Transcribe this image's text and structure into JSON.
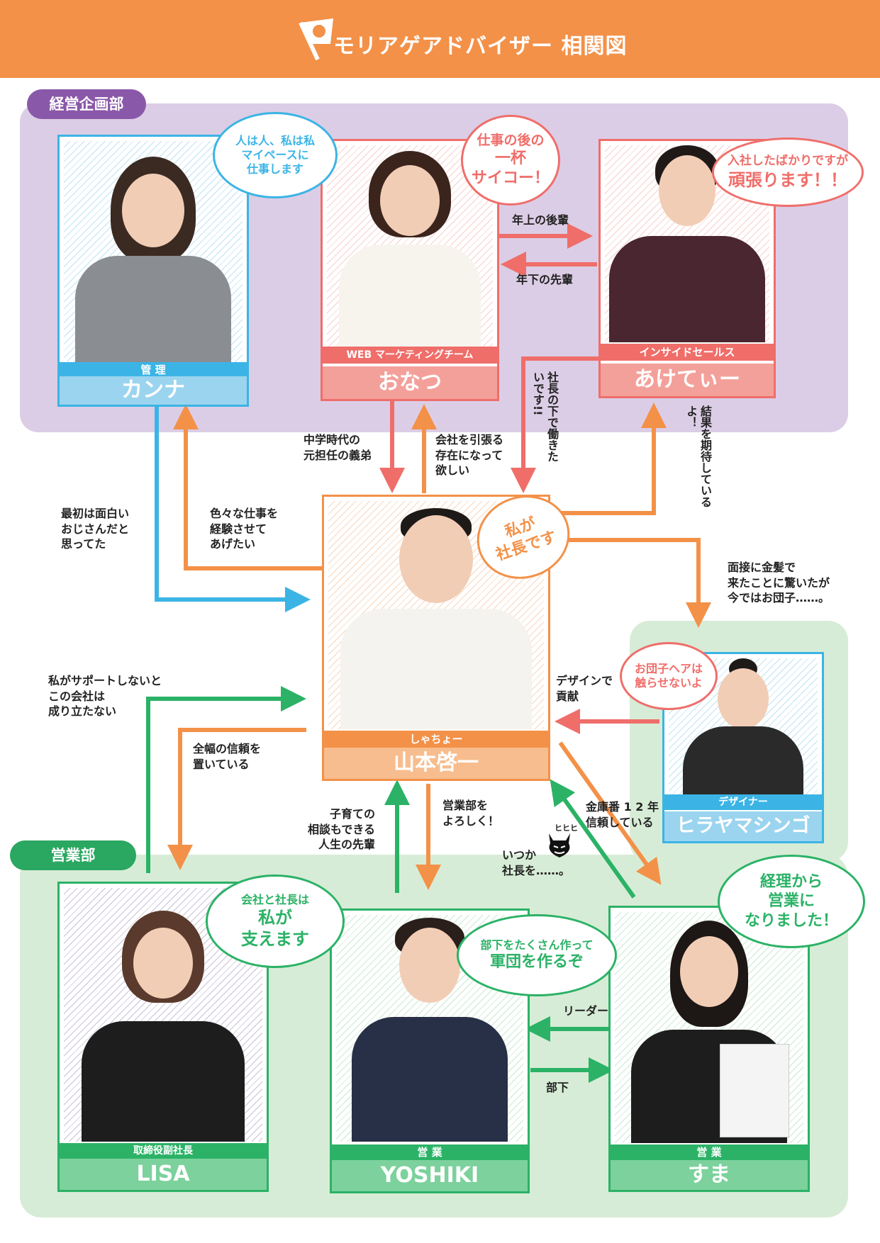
{
  "header": {
    "title": "モリアゲアドバイザー 相関図"
  },
  "departments": {
    "keiei": "経営企画部",
    "eigyo": "営業部"
  },
  "people": {
    "kanna": {
      "role": "管 理",
      "name": "カンナ",
      "bubble": [
        "人は人、私は私",
        "マイペースに",
        "仕事します"
      ]
    },
    "onatsu": {
      "role": "WEB マーケティングチーム",
      "name": "おなつ",
      "bubble": [
        "仕事の後の",
        "一杯",
        "サイコー！"
      ]
    },
    "aketii": {
      "role": "インサイドセールス",
      "name": "あけてぃー",
      "bubble": [
        "入社したばかりですが",
        "頑張ります！！"
      ]
    },
    "yamamoto": {
      "role": "しゃちょー",
      "name": "山本啓一",
      "bubble": [
        "私が",
        "社長です"
      ]
    },
    "hirayama": {
      "role": "デザイナー",
      "name": "ヒラヤマシンゴ",
      "bubble": [
        "お団子ヘアは",
        "触らせないよ"
      ]
    },
    "lisa": {
      "role": "取締役副社長",
      "name": "LISA",
      "bubble": [
        "会社と社長は",
        "私が",
        "支えます"
      ]
    },
    "yoshiki": {
      "role": "営 業",
      "name": "YOSHIKI",
      "bubble": [
        "部下をたくさん作って",
        "軍団を作るぞ"
      ]
    },
    "suma": {
      "role": "営 業",
      "name": "すま",
      "bubble": [
        "経理から",
        "営業に",
        "なりました！"
      ]
    }
  },
  "relations": {
    "onatsu_to_aketii": "年上の後輩",
    "aketii_to_onatsu": "年下の先輩",
    "onatsu_to_yamamoto": "中学時代の\n元担任の義弟",
    "yamamoto_to_onatsu": "会社を引張る\n存在になって\n欲しい",
    "aketii_to_yamamoto": "社長の下で働きたいです!!",
    "yamamoto_to_aketii": "結果を期待しているよ！",
    "kanna_to_yamamoto": "最初は面白い\nおじさんだと\n思ってた",
    "yamamoto_to_kanna": "色々な仕事を\n経験させて\nあげたい",
    "yamamoto_to_hirayama": "面接に金髪で\n来たことに驚いたが\n今ではお団子……。",
    "hirayama_to_yamamoto": "デザインで\n貢献",
    "lisa_to_yamamoto": "私がサポートしないと\nこの会社は\n成り立たない",
    "yamamoto_to_lisa": "全幅の信頼を\n置いている",
    "yoshiki_to_yamamoto": "子育ての\n相談もできる\n人生の先輩",
    "yamamoto_to_yoshiki": "営業部を\nよろしく！",
    "yamamoto_to_suma": "金庫番 1 2 年\n信頼している",
    "suma_to_yamamoto": "いつか\n社長を……。",
    "suma_laugh": "ヒヒヒ",
    "suma_to_yoshiki": "リーダー",
    "yoshiki_to_suma": "部下"
  },
  "colors": {
    "kanna": "#3bb4e5",
    "onatsu": "#ef6e6a",
    "yamamoto": "#f39148",
    "hirayama": "#3bb4e5",
    "eigyo": "#2bb266",
    "keiei": "#8a58a8"
  }
}
